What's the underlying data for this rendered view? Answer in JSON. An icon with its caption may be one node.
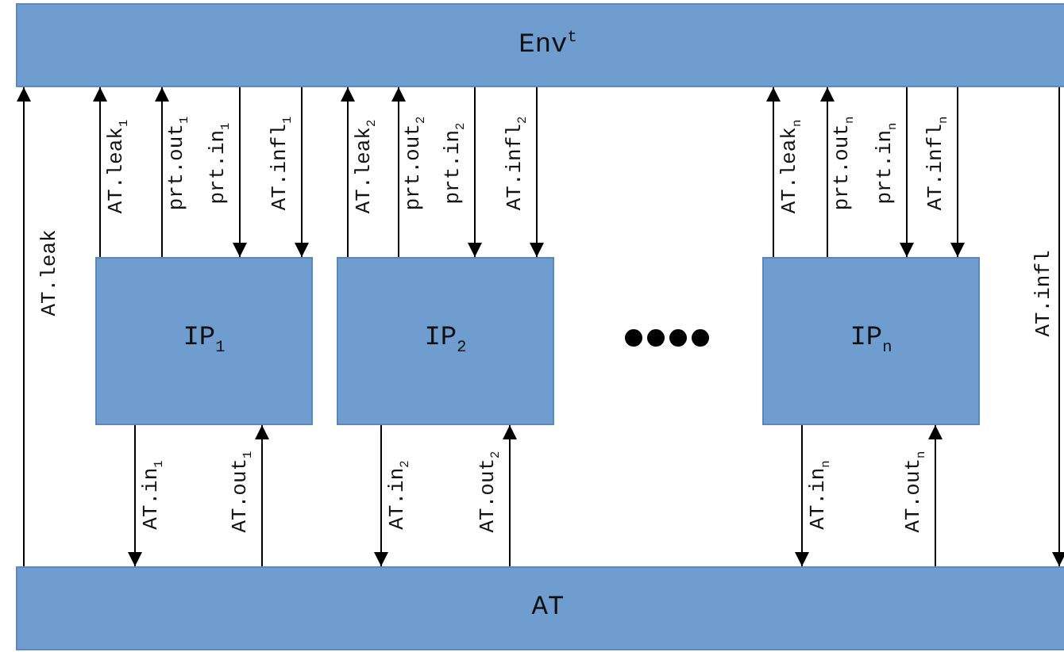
{
  "diagram": {
    "nodes": [
      {
        "text": [
          "Env$^{t}$"
        ]
      },
      {
        "text": [
          "IP$_{1}$"
        ]
      },
      {
        "text": [
          "IP$_{2}$"
        ]
      },
      {
        "text": [
          "IP$_{n}$"
        ]
      },
      {
        "text": [
          "AT"
        ]
      }
    ],
    "edges": [
      {
        "from": 4,
        "to": 0,
        "arrow": "to",
        "label": "AT.leak"
      },
      {
        "from": 1,
        "to": 0,
        "arrow": "to",
        "label": "AT.leak$_{1}$"
      },
      {
        "from": 1,
        "to": 0,
        "arrow": "to",
        "label": "prt.out$_{1}$"
      },
      {
        "from": 0,
        "to": 1,
        "arrow": "to",
        "label": "prt.in$_{1}$"
      },
      {
        "from": 0,
        "to": 1,
        "arrow": "to",
        "label": "AT.infl$_{1}$"
      },
      {
        "from": 1,
        "to": 4,
        "arrow": "to",
        "label": "AT.in$_{1}$"
      },
      {
        "from": 4,
        "to": 1,
        "arrow": "to",
        "label": "AT.out$_{1}$"
      },
      {
        "from": 2,
        "to": 0,
        "arrow": "to",
        "label": "AT.leak$_{2}$"
      },
      {
        "from": 2,
        "to": 0,
        "arrow": "to",
        "label": "prt.out$_{2}$"
      },
      {
        "from": 0,
        "to": 2,
        "arrow": "to",
        "label": "prt.in$_{2}$"
      },
      {
        "from": 0,
        "to": 2,
        "arrow": "to",
        "label": "AT.infl$_{2}$"
      },
      {
        "from": 2,
        "to": 4,
        "arrow": "to",
        "label": "AT.in$_{2}$"
      },
      {
        "from": 4,
        "to": 2,
        "arrow": "to",
        "label": "AT.out$_{2}$"
      },
      {
        "from": 3,
        "to": 0,
        "arrow": "to",
        "label": "AT.leak$_{n}$"
      },
      {
        "from": 3,
        "to": 0,
        "arrow": "to",
        "label": "prt.out$_{n}$"
      },
      {
        "from": 0,
        "to": 3,
        "arrow": "to",
        "label": "prt.in$_{n}$"
      },
      {
        "from": 0,
        "to": 3,
        "arrow": "to",
        "label": "AT.infl$_{n}$"
      },
      {
        "from": 3,
        "to": 4,
        "arrow": "to",
        "label": "AT.in$_{n}$"
      },
      {
        "from": 4,
        "to": 3,
        "arrow": "to",
        "label": "AT.out$_{n}$"
      },
      {
        "from": 0,
        "to": 4,
        "arrow": "to",
        "label": "AT.infl"
      }
    ]
  }
}
